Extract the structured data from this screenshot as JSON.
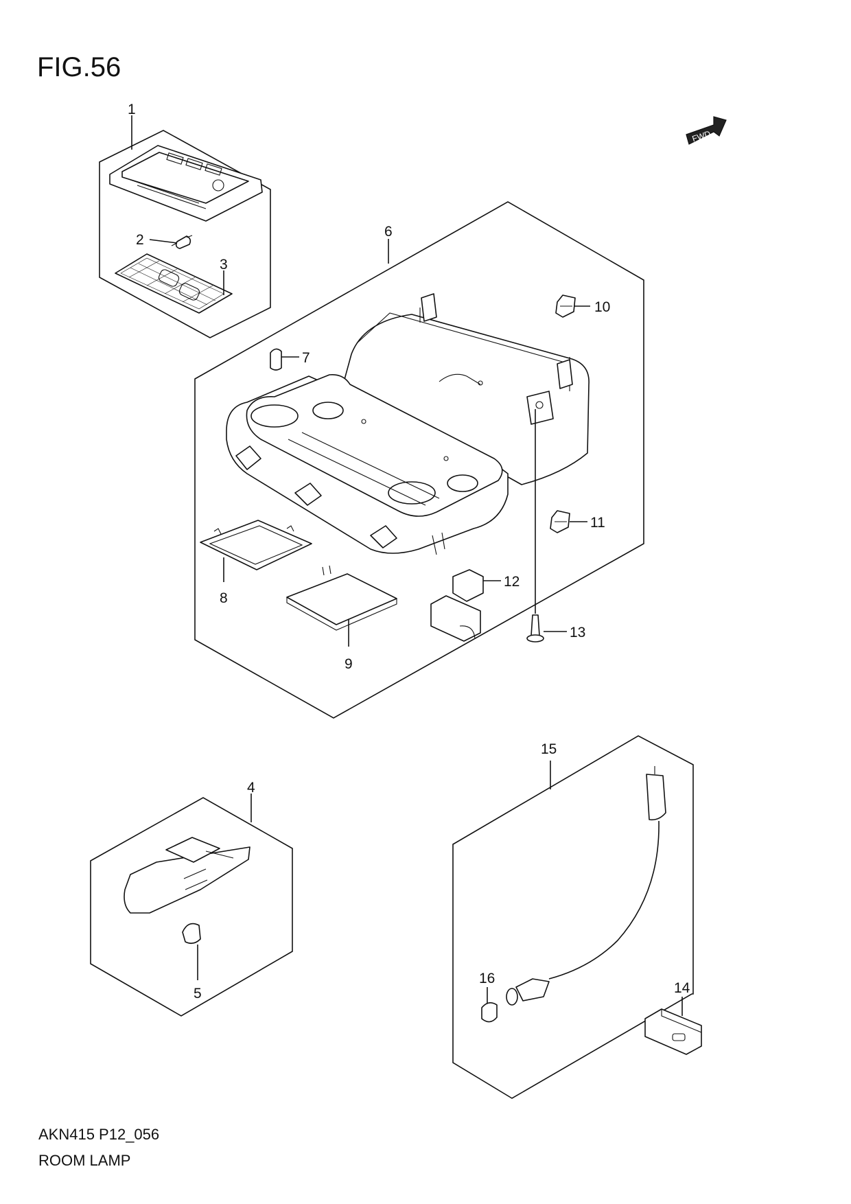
{
  "header": {
    "figure": "FIG.56"
  },
  "footer": {
    "code": "AKN415 P12_056",
    "name": "ROOM LAMP"
  },
  "fwd_badge": "FWD",
  "callouts": [
    "1",
    "2",
    "3",
    "4",
    "5",
    "6",
    "7",
    "8",
    "9",
    "10",
    "11",
    "12",
    "13",
    "14",
    "15",
    "16"
  ]
}
